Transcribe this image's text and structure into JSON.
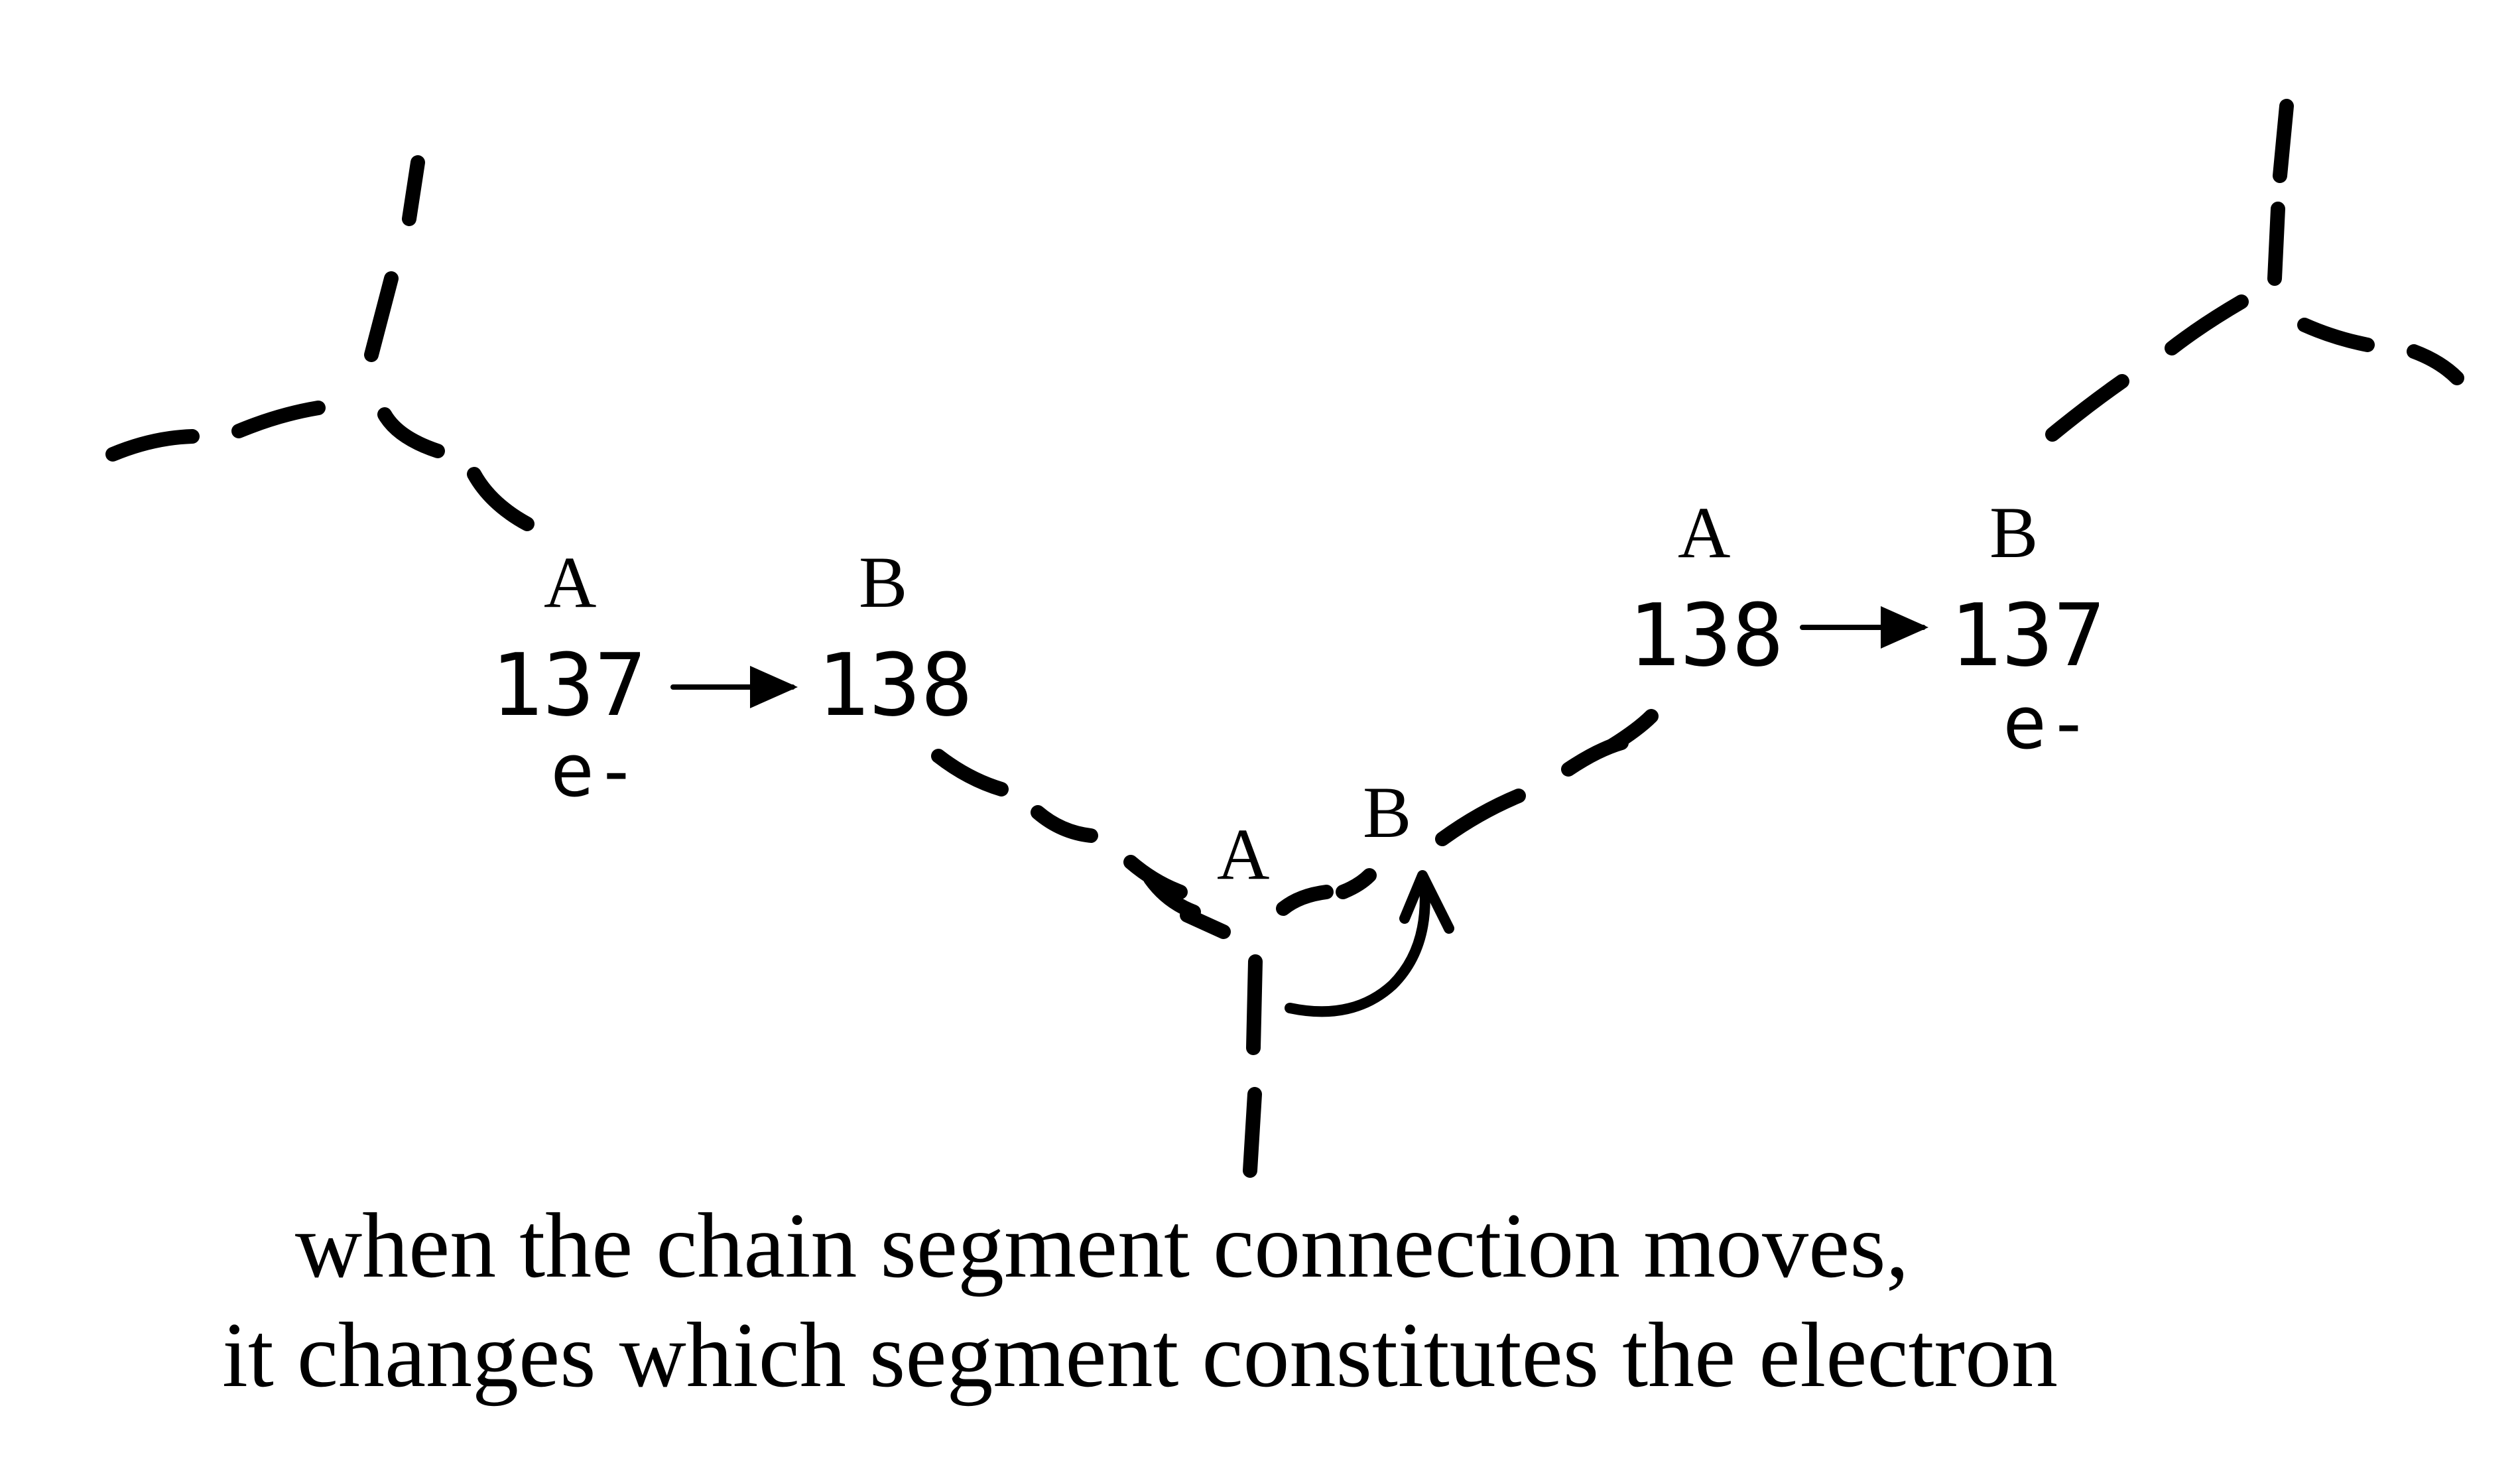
{
  "left_node": {
    "label_top": "A",
    "label_next": "B",
    "from": "137",
    "to": "138",
    "electron": "e-"
  },
  "right_node": {
    "label_top": "A",
    "label_next": "B",
    "from": "138",
    "to": "137",
    "electron": "e-"
  },
  "center_node": {
    "label_a": "A",
    "label_b": "B"
  },
  "caption": {
    "line1": "when the chain segment connection moves,",
    "line2": "it changes which segment constitutes the electron"
  },
  "colors": {
    "ink": "#000000",
    "background": "#ffffff"
  }
}
